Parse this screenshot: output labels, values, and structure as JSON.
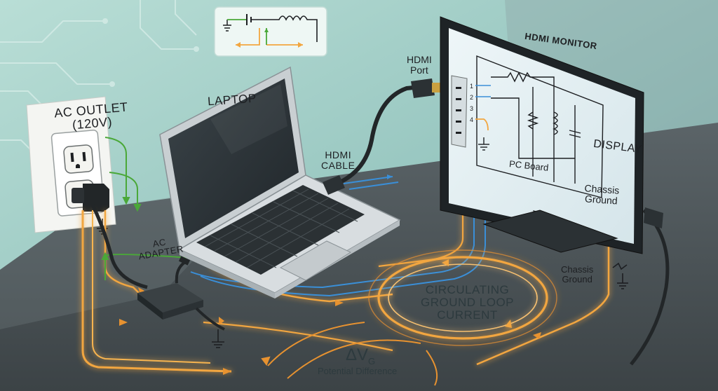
{
  "labels": {
    "outlet": "AC OUTLET\n(120V)",
    "laptop": "LAPTOP",
    "hdmi_port": "HDMI\nPort",
    "hdmi_monitor": "HDMI MONITOR",
    "hdmi_cable": "HDMI\nCABLE",
    "pc_board": "PC Board",
    "display": "DISPLAY",
    "chassis_ground_monitor": "Chassis\nGround",
    "ac_adapter": "AC\nADAPTER",
    "chassis_ground_floor": "Chassis\nGround",
    "loop_current": "CIRCULATING\nGROUND LOOP\nCURRENT",
    "delta_v": "ΔV",
    "delta_v_sub": "G",
    "potential_difference": "Potential Difference"
  },
  "port_pins": [
    "1",
    "2",
    "3",
    "4"
  ],
  "colors": {
    "background": "#9fc9c3",
    "desk": "#4a5256",
    "loop_current": "#f2a640",
    "signal_blue": "#3a8fd8",
    "ground_green": "#4aa838",
    "outline": "#1d1f22"
  }
}
